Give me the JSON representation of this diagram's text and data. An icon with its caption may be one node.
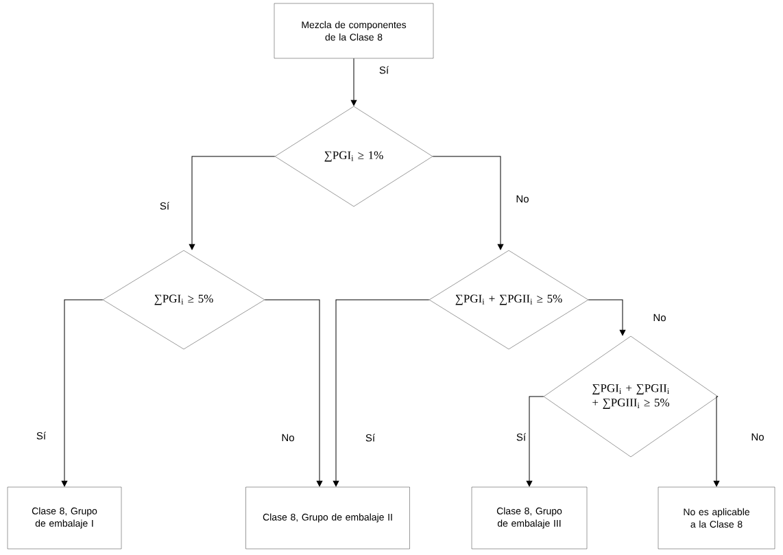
{
  "diagram": {
    "nodes": [
      {
        "text": [
          "Mezcla de componentes de la Clase 8"
        ]
      },
      {
        "text": [
          "∑PGI$_{i}$ ≥ 1%"
        ]
      },
      {
        "text": [
          "∑PGI$_{i}$ ≥ 5%"
        ]
      },
      {
        "text": [
          "∑PGI$_{i}$ + ∑PGII$_{i}$ ≥ 5%"
        ]
      },
      {
        "text": [
          "∑PGI$_{i}$ + ∑PGII$_{i}$ + ∑PGIII$_{i}$ ≥ 5%"
        ]
      },
      {
        "text": [
          "Clase 8, Grupo de embalaje I"
        ]
      },
      {
        "text": [
          "Clase 8, Grupo de embalaje II"
        ]
      },
      {
        "text": [
          "Clase 8, Grupo de embalaje III"
        ]
      },
      {
        "text": [
          "No es aplicable a la Clase 8"
        ]
      }
    ],
    "edges": [
      {
        "from": 0,
        "to": 1,
        "arrow": "to",
        "label": "Sí"
      },
      {
        "from": 1,
        "to": 2,
        "arrow": "to",
        "label": "Sí"
      },
      {
        "from": 1,
        "to": 3,
        "arrow": "to",
        "label": "No"
      },
      {
        "from": 2,
        "to": 5,
        "arrow": "to",
        "label": "Sí"
      },
      {
        "from": 2,
        "to": 6,
        "arrow": "to",
        "label": "No"
      },
      {
        "from": 3,
        "to": 6,
        "arrow": "to",
        "label": "Sí"
      },
      {
        "from": 3,
        "to": 4,
        "arrow": "to",
        "label": "No"
      },
      {
        "from": 4,
        "to": 7,
        "arrow": "to",
        "label": "Sí"
      },
      {
        "from": 4,
        "to": 8,
        "arrow": "to",
        "label": "No"
      }
    ]
  }
}
